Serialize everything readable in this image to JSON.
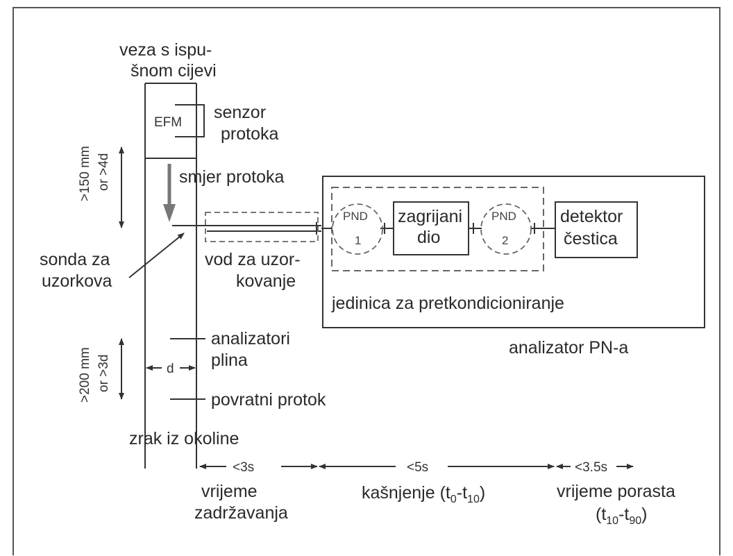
{
  "labels": {
    "exhaust_connection_1": "veza s ispu-",
    "exhaust_connection_2": "šnom cijevi",
    "efm": "EFM",
    "flow_sensor_1": "senzor",
    "flow_sensor_2": "protoka",
    "flow_direction": "smjer protoka",
    "dim_upper_1": ">150 mm",
    "dim_upper_2": "or >4d",
    "probe_1": "sonda za",
    "probe_2": "uzorkova",
    "sampling_line_1": "vod za uzor-",
    "sampling_line_2": "kovanje",
    "pnd1_top": "PND",
    "pnd1_num": "1",
    "heated_1": "zagrijani",
    "heated_2": "dio",
    "pnd2_top": "PND",
    "pnd2_num": "2",
    "detector_1": "detektor",
    "detector_2": "čestica",
    "preconditioning_unit": "jedinica za pretkondicioniranje",
    "analyzer": "analizator PN-a",
    "gas_analyzers_1": "analizatori",
    "gas_analyzers_2": "plina",
    "dim_lower_1": ">200 mm",
    "dim_lower_2": "or >3d",
    "diameter": "d",
    "return_flow": "povratni protok",
    "ambient_air": "zrak iz okoline",
    "time_residence": "<3s",
    "time_delay": "<5s",
    "time_rise": "<3.5s",
    "residence_1": "vrijeme",
    "residence_2": "zadržavanja",
    "delay_label": "kašnjenje (t",
    "delay_sub0": "0",
    "delay_dash": "-t",
    "delay_sub10": "10",
    "delay_close": ")",
    "rise_1": "vrijeme porasta",
    "rise_open": "(t",
    "rise_sub10": "10",
    "rise_dash": "-t",
    "rise_sub90": "90",
    "rise_close": ")"
  }
}
